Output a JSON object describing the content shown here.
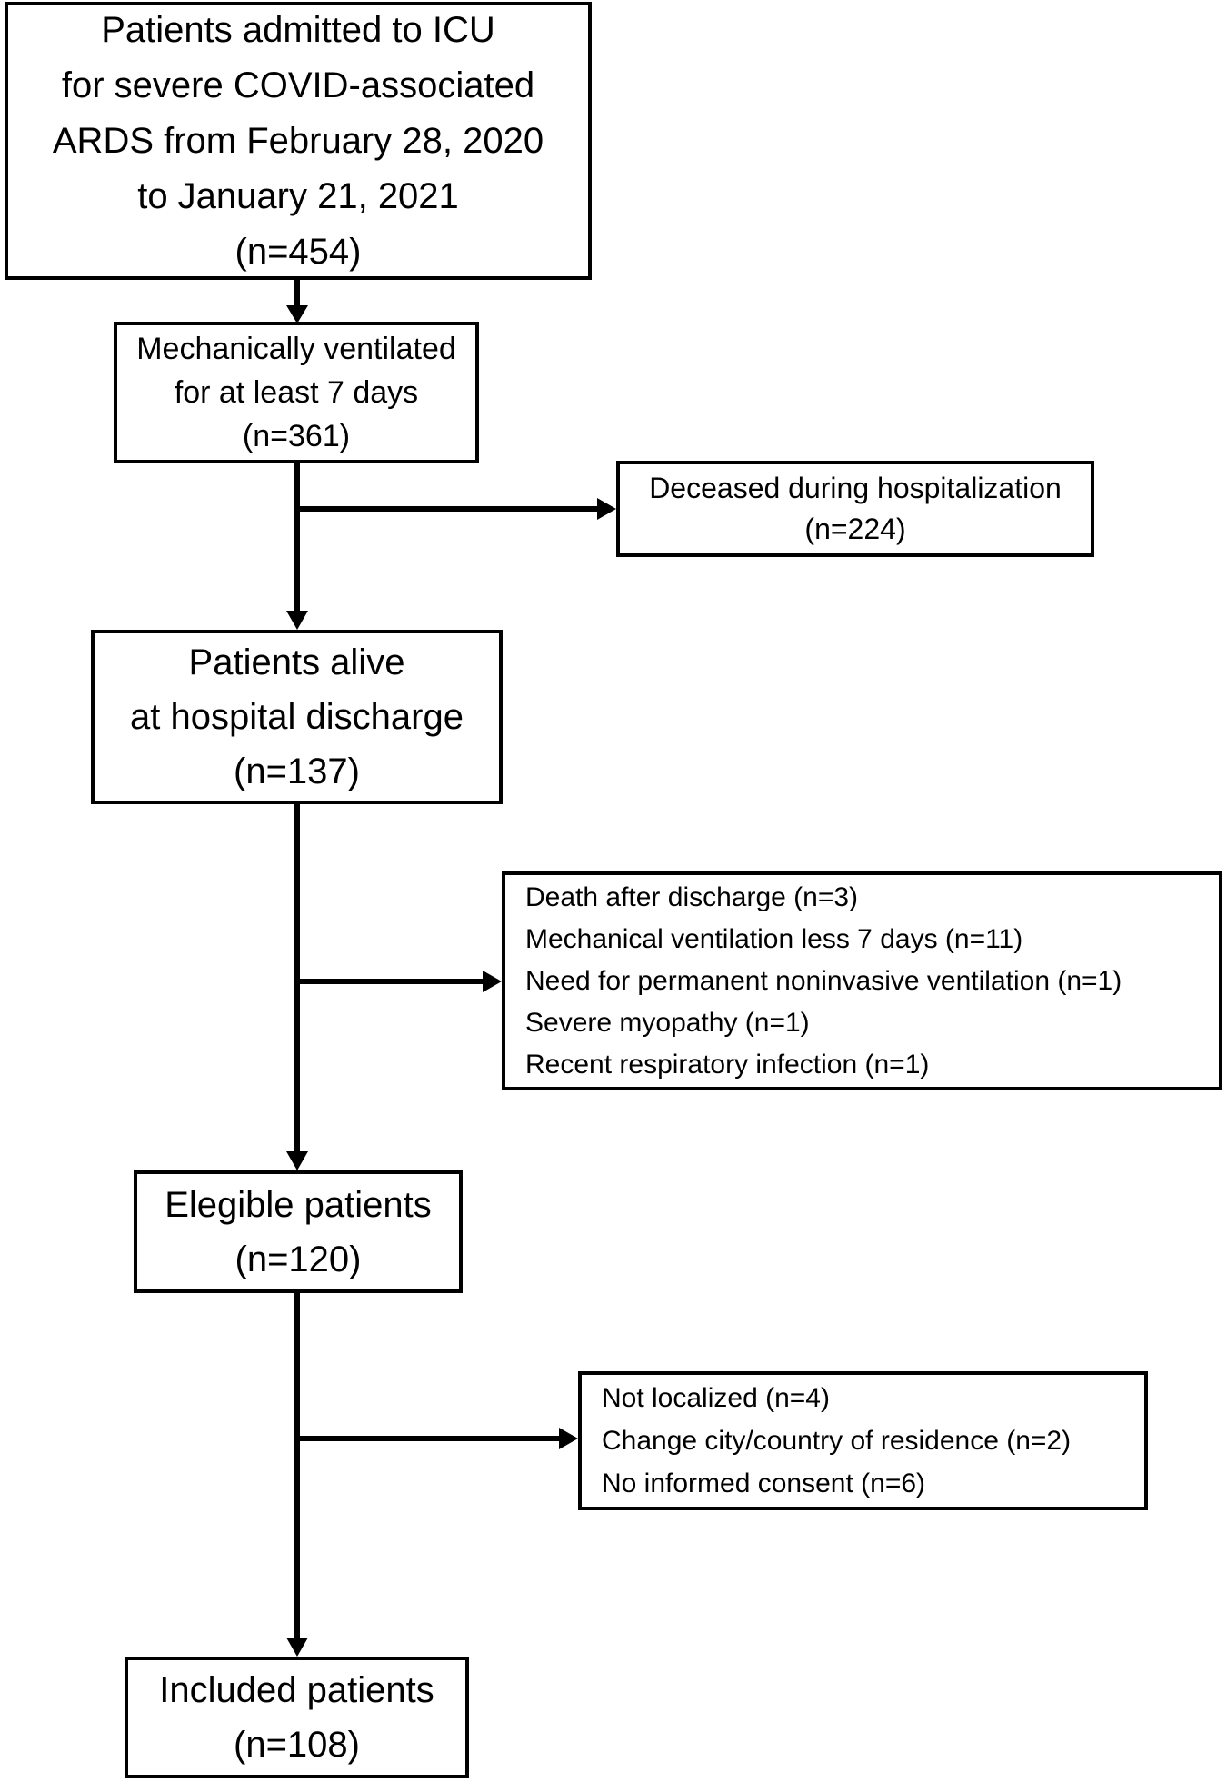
{
  "diagram": {
    "type": "flowchart",
    "colors": {
      "background": "#ffffff",
      "box_border": "#000000",
      "text": "#000000",
      "arrow": "#000000"
    },
    "nodes": {
      "admitted": {
        "label": "Patients admitted to ICU\nfor severe COVID-associated\nARDS from February 28, 2020\nto January 21, 2021\n(n=454)",
        "n": 454
      },
      "ventilated": {
        "label": "Mechanically ventilated\nfor at least 7 days\n(n=361)",
        "n": 361
      },
      "deceased": {
        "label": "Deceased during hospitalization\n(n=224)",
        "n": 224
      },
      "alive": {
        "label": "Patients alive\nat hospital discharge\n(n=137)",
        "n": 137
      },
      "excluded_clinical": {
        "label": "Death after discharge (n=3)\nMechanical ventilation less 7 days (n=11)\nNeed for permanent noninvasive ventilation (n=1)\nSevere myopathy (n=1)\nRecent respiratory infection (n=1)"
      },
      "elegible": {
        "label": "Elegible patients\n(n=120)",
        "n": 120
      },
      "excluded_followup": {
        "label": "Not localized (n=4)\nChange city/country of residence (n=2)\nNo informed consent (n=6)"
      },
      "included": {
        "label": "Included patients\n(n=108)",
        "n": 108
      }
    }
  }
}
